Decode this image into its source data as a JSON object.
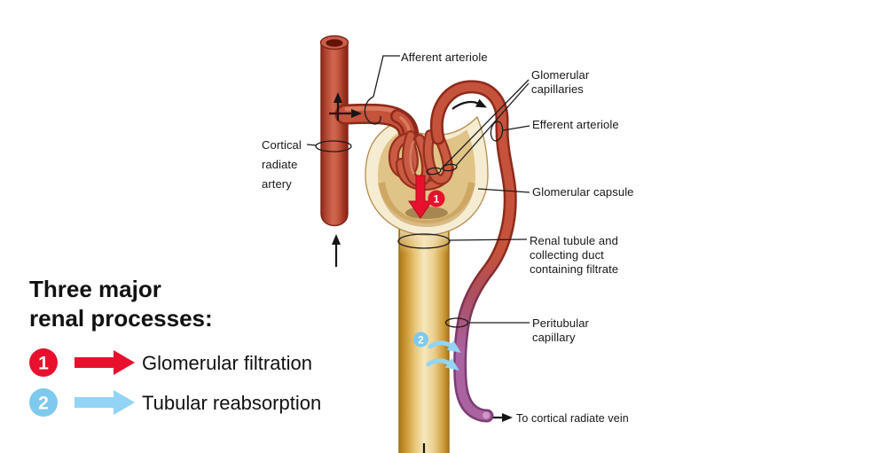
{
  "legend": {
    "heading": "Three major\nrenal processes:",
    "items": [
      {
        "number": "1",
        "label": "Glomerular filtration"
      },
      {
        "number": "2",
        "label": "Tubular reabsorption"
      }
    ]
  },
  "labels": {
    "afferent_arteriole": "Afferent arteriole",
    "glomerular_capillaries": "Glomerular\ncapillaries",
    "efferent_arteriole": "Efferent arteriole",
    "cortical_radiate_artery": "Cortical\nradiate\nartery",
    "glomerular_capsule": "Glomerular capsule",
    "renal_tubule": "Renal tubule and\ncollecting duct\ncontaining filtrate",
    "peritubular_capillary": "Peritubular\ncapillary",
    "to_cortical_radiate_vein": "To cortical radiate vein"
  },
  "markers": {
    "filtration": "1",
    "reabsorption": "2"
  },
  "colors": {
    "red": "#e8112d",
    "light_blue": "#7ec9ee",
    "light_blue_arrow": "#92d4f6",
    "artery_red": "#c5523b",
    "tubule_gold": "#e3b65c",
    "capillary_purple": "#aa62a2",
    "capsule_cream": "#f5ecd2"
  }
}
